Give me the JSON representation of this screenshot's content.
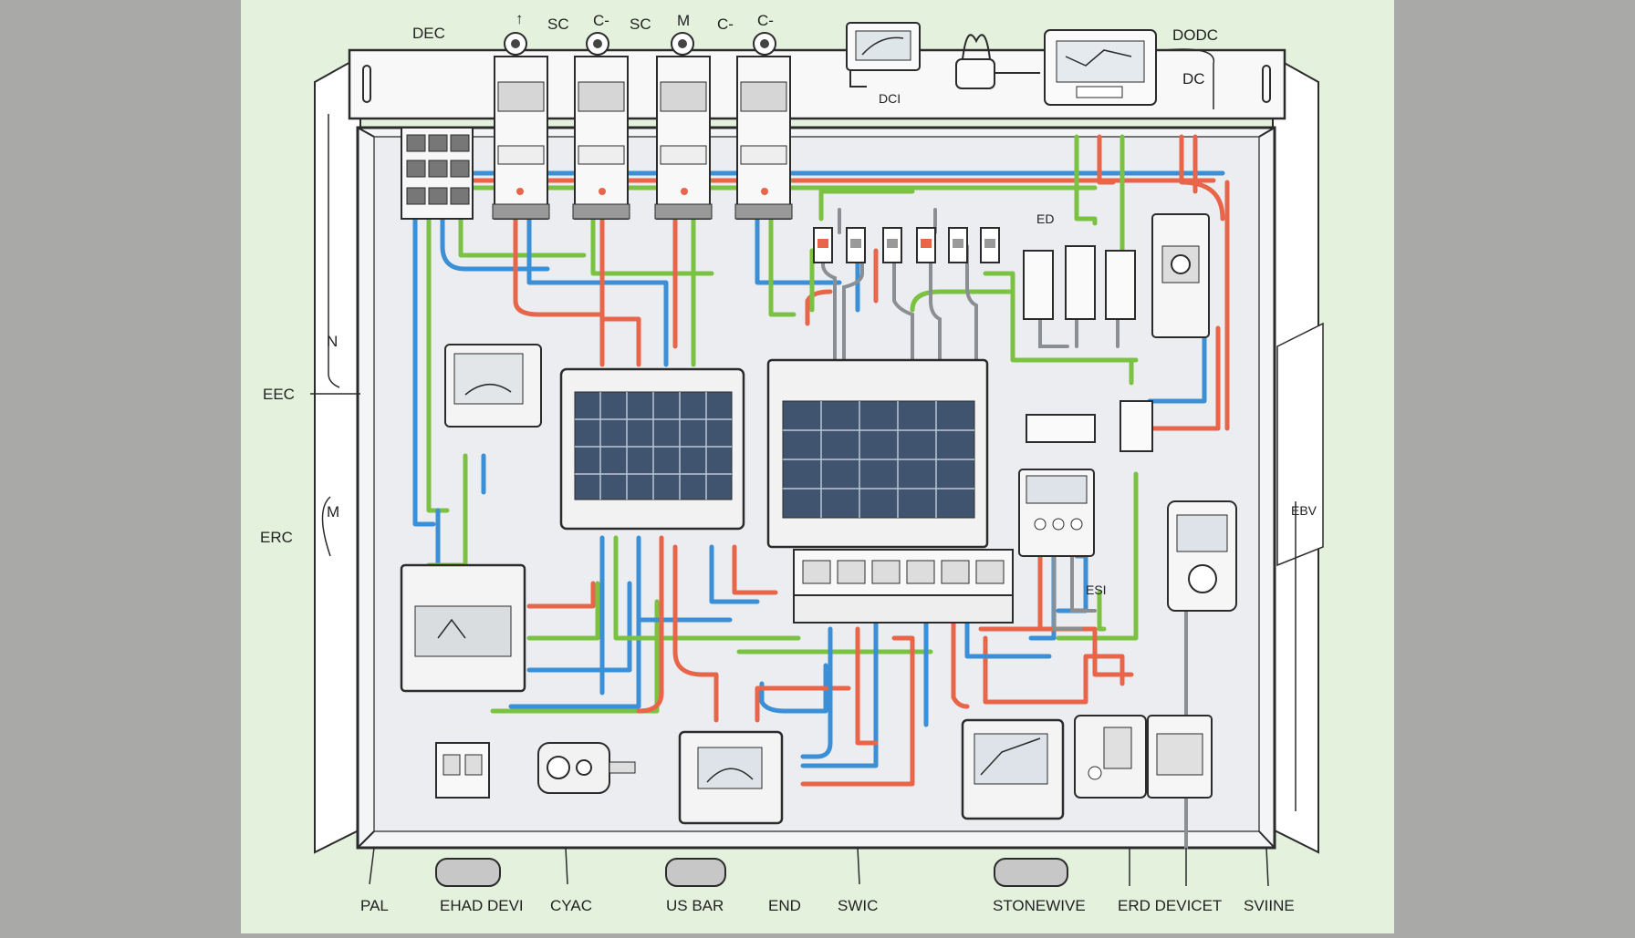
{
  "labels": {
    "top_left": "DEC",
    "top_marks": [
      "↑",
      "SC",
      "C-",
      "SC",
      "M",
      "C-",
      "C-"
    ],
    "top_right": "DODC",
    "dc_right": "DC",
    "dci": "DCI",
    "eec": "EEC",
    "erc": "ERC",
    "side_n": "N",
    "side_m": "M",
    "esi": "ESI",
    "ebv": "EBV",
    "ed": "ED",
    "bottom": [
      "PAL",
      "EHAD DEVI",
      "CYAC",
      "US BAR",
      "END",
      "SWIC",
      "STONEWIVE",
      "ERD DEVICET",
      "SVIINE"
    ]
  },
  "colors": {
    "background": "#a9a9a7",
    "canvas": "#e4f2dd",
    "panel": "#f4f5f6",
    "outline": "#2b2b2b",
    "wire_blue": "#3a8fd6",
    "wire_red": "#e8654a",
    "wire_green": "#7cc242",
    "solar_cell": "#40546f"
  },
  "icons": [
    "terminal-block-icon",
    "breaker-icon",
    "solar-panel-icon",
    "meter-icon",
    "contactor-icon",
    "gland-icon",
    "fuse-icon"
  ]
}
